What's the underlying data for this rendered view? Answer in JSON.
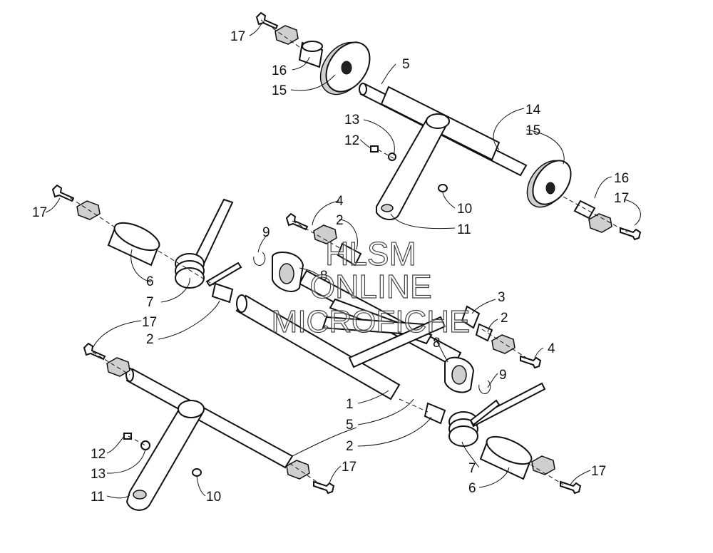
{
  "callouts": {
    "c1": "1",
    "c2a": "2",
    "c2b": "2",
    "c2c": "2",
    "c2d": "2",
    "c3": "3",
    "c4a": "4",
    "c4b": "4",
    "c5a": "5",
    "c5b": "5",
    "c6a": "6",
    "c6b": "6",
    "c7a": "7",
    "c7b": "7",
    "c8a": "8",
    "c8b": "8",
    "c9a": "9",
    "c9b": "9",
    "c10a": "10",
    "c10b": "10",
    "c11a": "11",
    "c11b": "11",
    "c12a": "12",
    "c12b": "12",
    "c13a": "13",
    "c13b": "13",
    "c14": "14",
    "c15a": "15",
    "c15b": "15",
    "c16a": "16",
    "c16b": "16",
    "c17a": "17",
    "c17b": "17",
    "c17c": "17",
    "c17d": "17",
    "c17e": "17",
    "c17f": "17"
  },
  "watermark": {
    "line1": "HLSM",
    "line2": "ONLINE",
    "line3": "MICROFICHE"
  }
}
